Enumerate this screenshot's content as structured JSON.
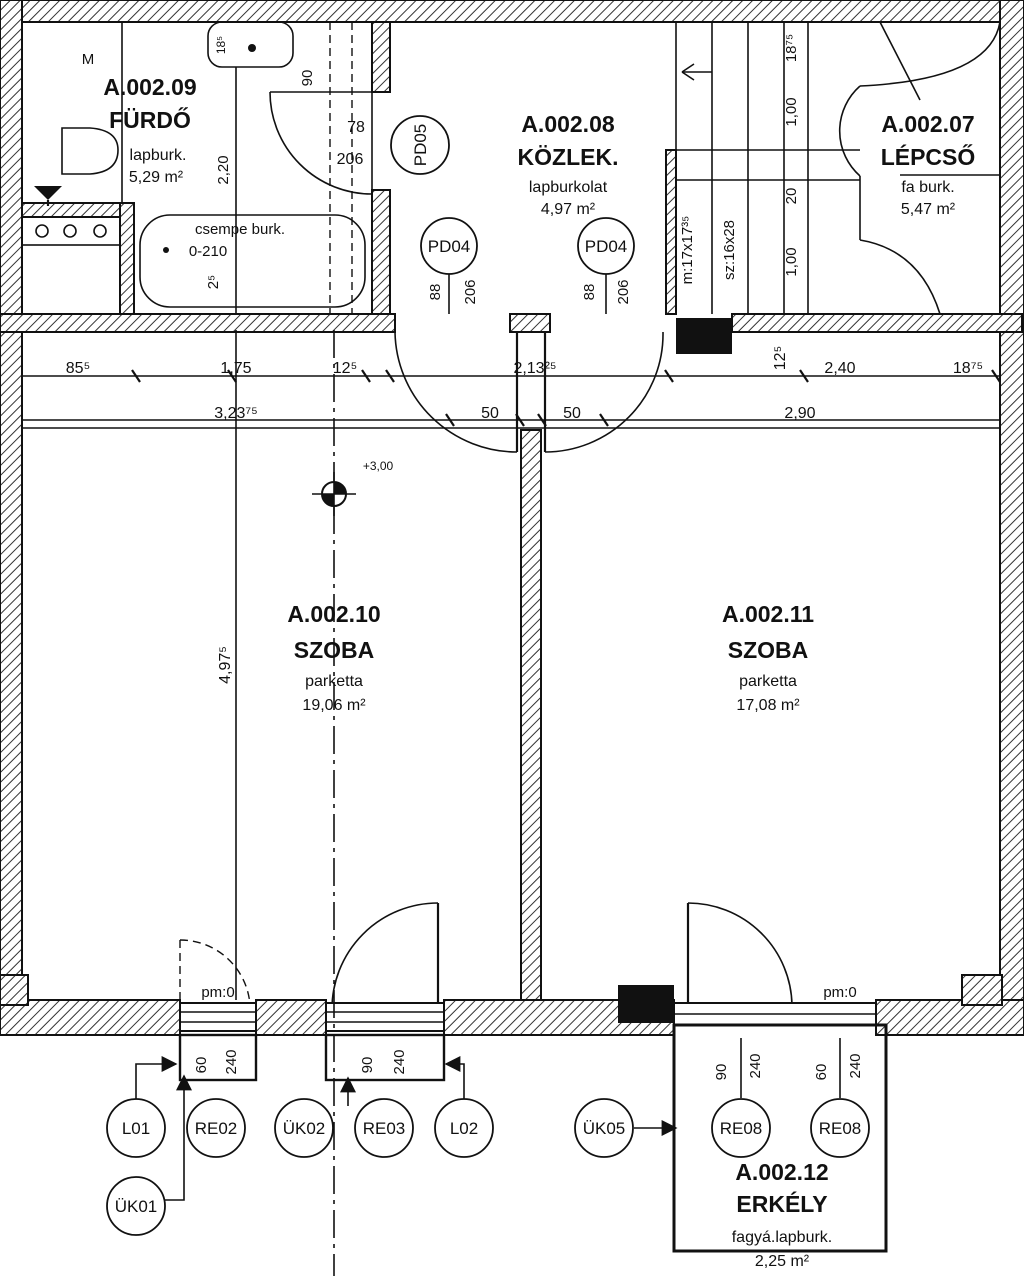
{
  "rooms": [
    {
      "id": "A.002.09",
      "name": "FÜRDŐ",
      "finish": "lapburk.",
      "area": "5,29 m²"
    },
    {
      "id": "A.002.08",
      "name": "KÖZLEK.",
      "finish": "lapburkolat",
      "area": "4,97 m²"
    },
    {
      "id": "A.002.07",
      "name": "LÉPCSŐ",
      "finish": "fa burk.",
      "area": "5,47 m²"
    },
    {
      "id": "A.002.10",
      "name": "SZOBA",
      "finish": "parketta",
      "area": "19,06 m²"
    },
    {
      "id": "A.002.11",
      "name": "SZOBA",
      "finish": "parketta",
      "area": "17,08 m²"
    },
    {
      "id": "A.002.12",
      "name": "ERKÉLY",
      "finish": "fagyá.lapburk.",
      "area": "2,25 m²"
    }
  ],
  "dimensions": {
    "row1": [
      "85⁵",
      "1,75",
      "12⁵",
      "2,13²⁵",
      "12⁵",
      "2,40",
      "18⁷⁵"
    ],
    "row2": [
      "3,23⁷⁵",
      "2,90"
    ],
    "door_widths": [
      "50",
      "50"
    ],
    "vertical_room10": "4,97⁵"
  },
  "bath_labels": {
    "m": "M",
    "tile_note": "csempe burk.",
    "tile_height": "0-210",
    "h78": "78",
    "h206": "206",
    "v90": "90",
    "v220": "2,20",
    "v2_5": "2⁵",
    "v18": "18⁵"
  },
  "door_tags": [
    {
      "label": "PD05"
    },
    {
      "label": "PD04",
      "width": "88",
      "height": "206"
    },
    {
      "label": "PD04",
      "width": "88",
      "height": "206"
    }
  ],
  "stair": {
    "riser": "m:17x17³⁵",
    "count": "sz:16x28",
    "dims_right": [
      "18⁷⁵",
      "1,00",
      "20",
      "1,00"
    ]
  },
  "level_mark": "+3,00",
  "parapet_labels": [
    "pm:0",
    "pm:0"
  ],
  "window_tags": [
    "L01",
    "RE02",
    "ÜK02",
    "RE03",
    "L02",
    "ÜK05",
    "RE08",
    "RE08",
    "ÜK01"
  ],
  "window_sizes": [
    {
      "w": "60",
      "h": "240"
    },
    {
      "w": "90",
      "h": "240"
    },
    {
      "w": "90",
      "h": "240"
    },
    {
      "w": "60",
      "h": "240"
    }
  ]
}
